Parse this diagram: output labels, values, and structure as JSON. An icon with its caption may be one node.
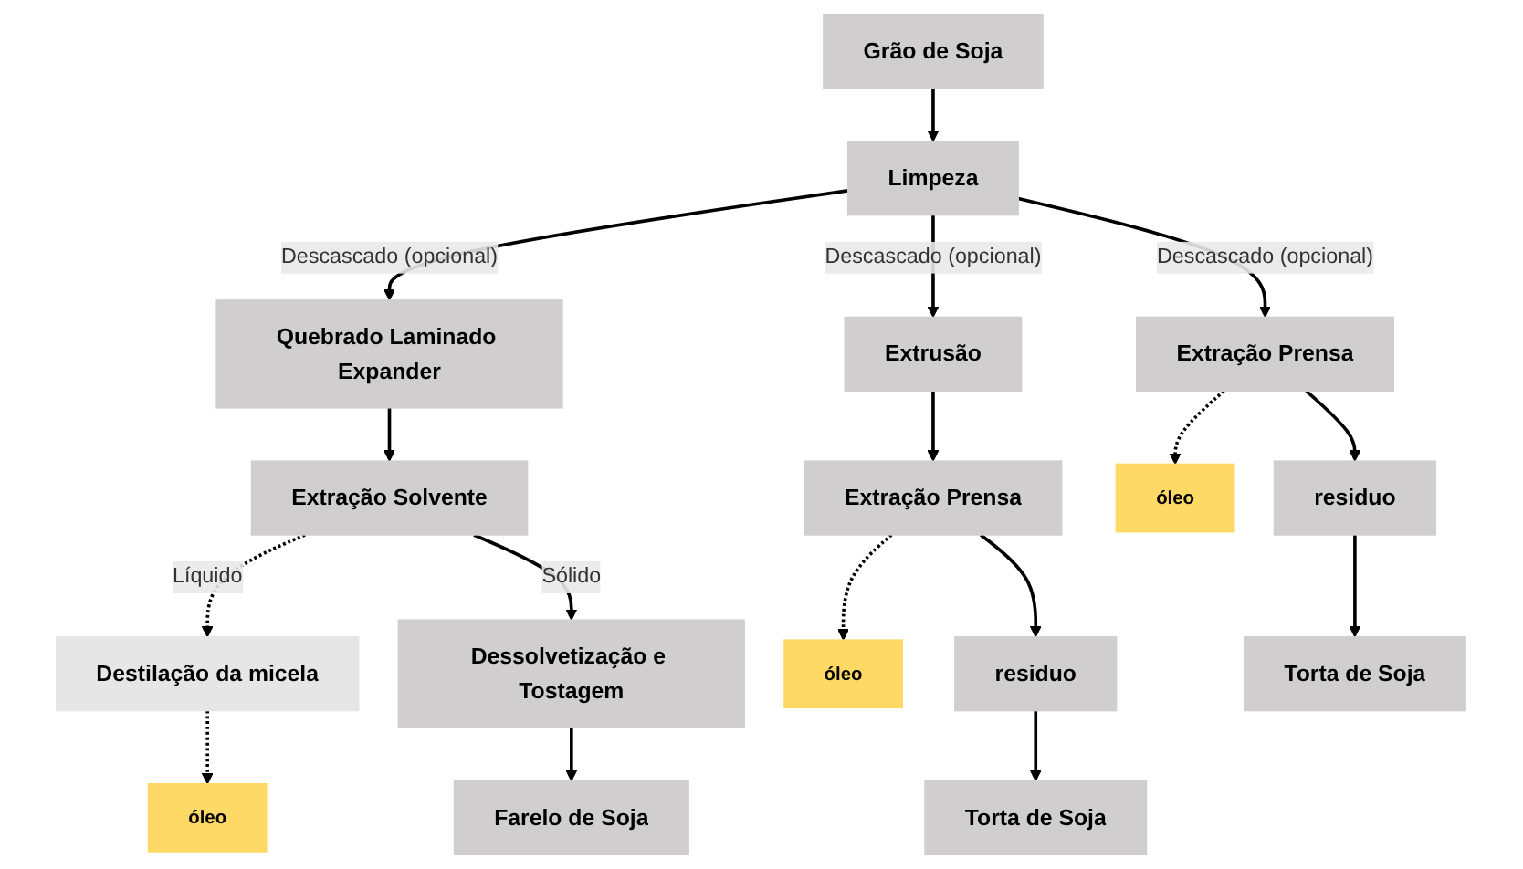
{
  "diagram": {
    "nodes": [
      {
        "text": [
          "Grão de Soja"
        ]
      },
      {
        "text": [
          "Limpeza"
        ]
      },
      {
        "text": [
          "Quebrado Laminado Expander"
        ]
      },
      {
        "text": [
          "Extração Prensa"
        ]
      },
      {
        "text": [
          "Extrusão"
        ]
      },
      {
        "text": [
          "Extração Solvente"
        ]
      },
      {
        "text": [
          "Extração Prensa"
        ]
      },
      {
        "text": [
          "Destilação da micela"
        ]
      },
      {
        "text": [
          "Dessolvetização e Tostagem"
        ]
      },
      {
        "text": [
          "óleo"
        ]
      },
      {
        "text": [
          "residuo"
        ]
      },
      {
        "text": [
          "óleo"
        ]
      },
      {
        "text": [
          "residuo"
        ]
      },
      {
        "text": [
          "óleo"
        ]
      },
      {
        "text": [
          "Farelo de Soja"
        ]
      },
      {
        "text": [
          "Torta de Soja"
        ]
      },
      {
        "text": [
          "Torta de Soja"
        ]
      }
    ],
    "edges": [
      {
        "from": 0,
        "to": 1,
        "arrow": "to"
      },
      {
        "from": 1,
        "to": 2,
        "arrow": "to",
        "label": "Descascado (opcional)"
      },
      {
        "from": 1,
        "to": 3,
        "arrow": "to",
        "label": "Descascado (opcional)"
      },
      {
        "from": 1,
        "to": 4,
        "arrow": "to",
        "label": "Descascado (opcional)"
      },
      {
        "from": 2,
        "to": 5,
        "arrow": "to"
      },
      {
        "from": 4,
        "to": 6,
        "arrow": "to"
      },
      {
        "from": 5,
        "to": 7,
        "arrow": "to",
        "label": "Líquido",
        "style": "dashed"
      },
      {
        "from": 5,
        "to": 8,
        "arrow": "to",
        "label": "Sólido"
      },
      {
        "from": 3,
        "to": 9,
        "arrow": "to",
        "style": "dashed"
      },
      {
        "from": 3,
        "to": 10,
        "arrow": "to"
      },
      {
        "from": 6,
        "to": 11,
        "arrow": "to",
        "style": "dashed"
      },
      {
        "from": 6,
        "to": 12,
        "arrow": "to"
      },
      {
        "from": 7,
        "to": 13,
        "arrow": "to",
        "style": "dashed"
      },
      {
        "from": 8,
        "to": 14,
        "arrow": "to"
      },
      {
        "from": 10,
        "to": 15,
        "arrow": "to"
      },
      {
        "from": 12,
        "to": 16,
        "arrow": "to"
      }
    ]
  }
}
